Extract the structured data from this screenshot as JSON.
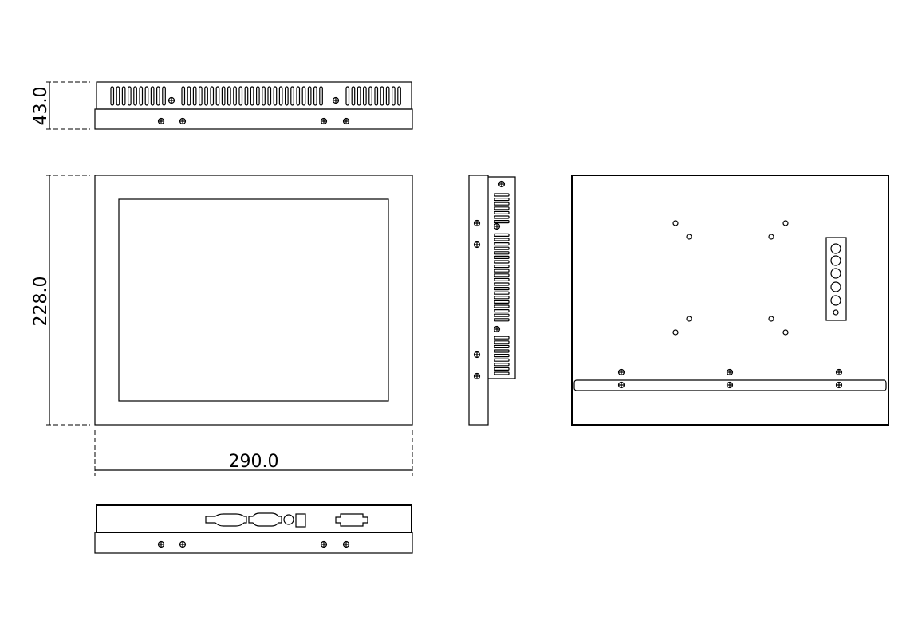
{
  "drawing": {
    "dimensions": {
      "height_depth": "43.0",
      "height_front": "228.0",
      "width": "290.0"
    },
    "line_color": "#000000"
  }
}
